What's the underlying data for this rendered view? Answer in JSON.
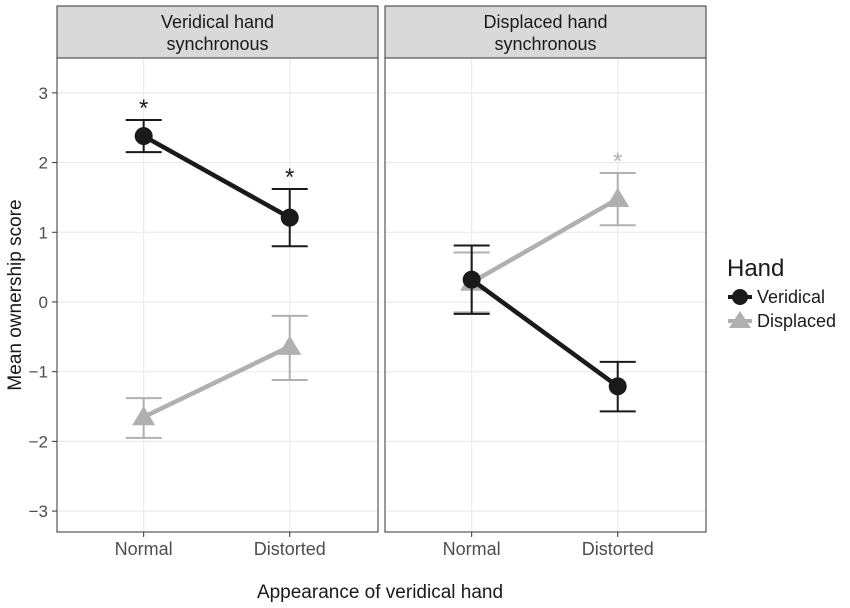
{
  "chart_data": {
    "type": "line",
    "xlabel": "Appearance of veridical hand",
    "ylabel": "Mean ownership score",
    "categories": [
      "Normal",
      "Distorted"
    ],
    "ylim": [
      -3.3,
      3.5
    ],
    "yticks": [
      3,
      2,
      1,
      0,
      -1,
      -2,
      -3
    ],
    "ytick_labels": [
      "3",
      "2",
      "1",
      "0",
      "−1",
      "−2",
      "−3"
    ],
    "grid": true,
    "legend": {
      "title": "Hand",
      "placement": "right",
      "entries": [
        {
          "name": "Veridical",
          "marker": "circle",
          "color": "#1a1a1a"
        },
        {
          "name": "Displaced",
          "marker": "triangle",
          "color": "#b0b0b0"
        }
      ]
    },
    "panels": [
      {
        "title": "Veridical hand\nsynchronous",
        "series": [
          {
            "name": "Veridical",
            "values": [
              2.38,
              1.21
            ],
            "error_low": [
              2.15,
              0.8
            ],
            "error_high": [
              2.61,
              1.62
            ],
            "significance": [
              "*",
              "*"
            ]
          },
          {
            "name": "Displaced",
            "values": [
              -1.65,
              -0.64
            ],
            "error_low": [
              -1.95,
              -1.12
            ],
            "error_high": [
              -1.38,
              -0.2
            ],
            "significance": [
              "",
              ""
            ]
          }
        ]
      },
      {
        "title": "Displaced hand\nsynchronous",
        "series": [
          {
            "name": "Veridical",
            "values": [
              0.32,
              -1.21
            ],
            "error_low": [
              -0.17,
              -1.57
            ],
            "error_high": [
              0.81,
              -0.86
            ],
            "significance": [
              "",
              ""
            ]
          },
          {
            "name": "Displaced",
            "values": [
              0.28,
              1.48
            ],
            "error_low": [
              -0.15,
              1.1
            ],
            "error_high": [
              0.71,
              1.85
            ],
            "significance": [
              "",
              "*"
            ]
          }
        ]
      }
    ]
  }
}
